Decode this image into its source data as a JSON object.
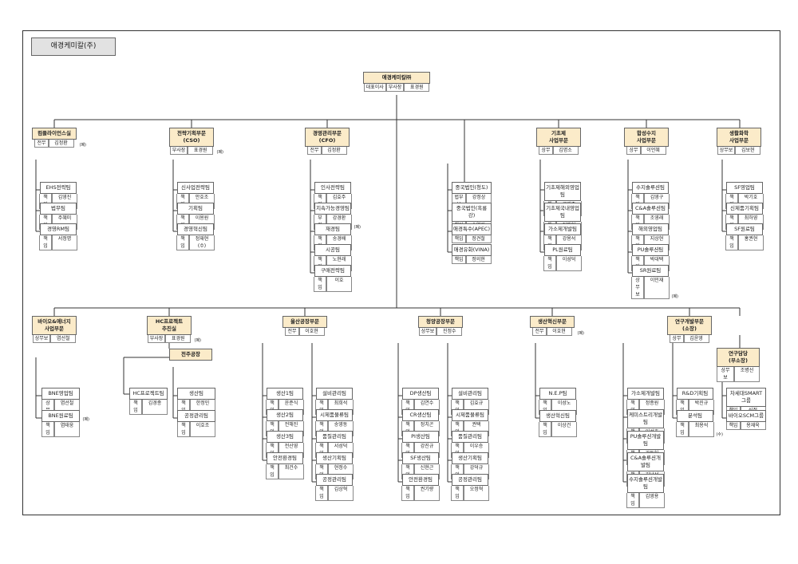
{
  "company": "애경케미칼(주)",
  "root": {
    "title": "애경케미칼㈜",
    "persons": [
      [
        "대표이사",
        "부사장",
        "표경원"
      ]
    ]
  },
  "level1": [
    {
      "title": "컴플라이언스실",
      "persons": [
        [
          "전무",
          "김정환"
        ]
      ],
      "note": "(폐)"
    },
    {
      "title": "전략기획부문\n(CSO)",
      "persons": [
        [
          "부사장",
          "표경원"
        ]
      ],
      "note": "(폐)"
    },
    {
      "title": "경영관리부문\n(CFO)",
      "persons": [
        [
          "전무",
          "김정환"
        ]
      ]
    },
    {
      "title": "기초제\n사업부문",
      "persons": [
        [
          "상무",
          "김명소"
        ]
      ]
    },
    {
      "title": "합성수지\n사업부문",
      "persons": [
        [
          "상무",
          "이언혜"
        ]
      ]
    },
    {
      "title": "생활화학\n사업부문",
      "persons": [
        [
          "상무보",
          "김보현"
        ]
      ]
    }
  ],
  "level1b": [
    {
      "title": "바이오&에너지\n사업부문",
      "persons": [
        [
          "상무보",
          "염선철"
        ]
      ]
    },
    {
      "title": "HC프로젝트\n추진실",
      "persons": [
        [
          "부사장",
          "표경원"
        ]
      ],
      "note": "(폐)"
    },
    {
      "title": "울산공장부문",
      "persons": [
        [
          "전무",
          "이호현"
        ]
      ]
    },
    {
      "title": "청양공장부문",
      "persons": [
        [
          "상무보",
          "진정수"
        ]
      ]
    },
    {
      "title": "생산혁신부문",
      "persons": [
        [
          "전무",
          "이호현"
        ]
      ],
      "note": "(폐)"
    },
    {
      "title": "연구개발부문\n(소장)",
      "persons": [
        [
          "상무",
          "김윤영"
        ]
      ]
    }
  ],
  "sub": {
    "jeonju": {
      "title": "전주공장"
    },
    "research": {
      "title": "연구담당\n(부소장)",
      "persons": [
        [
          "상무보",
          "조병선"
        ]
      ]
    }
  },
  "teams": [
    {
      "title": "EHS전략팀",
      "persons": [
        [
          "책임",
          "김영진"
        ]
      ]
    },
    {
      "title": "법무팀",
      "persons": [
        [
          "책임",
          "주혜미"
        ]
      ]
    },
    {
      "title": "경영RM팀",
      "persons": [
        [
          "책임",
          "서정명"
        ]
      ]
    },
    {
      "title": "신사업전략팀",
      "persons": [
        [
          "책임",
          "안호조"
        ]
      ]
    },
    {
      "title": "기획팀",
      "persons": [
        [
          "책임",
          "이용원"
        ]
      ]
    },
    {
      "title": "경영혁신팀",
      "persons": [
        [
          "책임",
          "정재현(수)"
        ]
      ]
    },
    {
      "title": "인사전략팀",
      "persons": [
        [
          "책임",
          "김효주"
        ]
      ]
    },
    {
      "title": "지속가능경영팀",
      "persons": [
        [
          "부장",
          "강경환"
        ]
      ],
      "note": "(폐)"
    },
    {
      "title": "재경팀",
      "persons": [
        [
          "책임",
          "송경배"
        ]
      ]
    },
    {
      "title": "시공팀",
      "persons": [
        [
          "책임",
          "노현래"
        ]
      ]
    },
    {
      "title": "구매전략팀",
      "persons": [
        [
          "책임",
          "이호"
        ]
      ]
    },
    {
      "title": "중국법인(청도)",
      "persons": [
        [
          "법부보",
          "강정상"
        ]
      ]
    },
    {
      "title": "중국법인(흑룡강)",
      "persons": [
        [
          "책임",
          "손연경"
        ]
      ]
    },
    {
      "title": "애경특수(APEC)",
      "persons": [
        [
          "책임",
          "정견철"
        ]
      ]
    },
    {
      "title": "애경유화(VINA)",
      "persons": [
        [
          "책임",
          "정의현"
        ]
      ]
    },
    {
      "title": "기초제해외영업팀",
      "persons": [
        [
          "책임",
          "류제준"
        ]
      ]
    },
    {
      "title": "기초제국내영업팀",
      "persons": [
        [
          "책임",
          "정해혁"
        ]
      ]
    },
    {
      "title": "가소제개발팀",
      "persons": [
        [
          "책임",
          "강용석"
        ]
      ]
    },
    {
      "title": "PL원료팀",
      "persons": [
        [
          "책임",
          "이성덕"
        ]
      ]
    },
    {
      "title": "수지솔루션팀",
      "persons": [
        [
          "책임",
          "김영구"
        ]
      ]
    },
    {
      "title": "C&A솔루션팀",
      "persons": [
        [
          "책임",
          "조영래"
        ]
      ]
    },
    {
      "title": "해외영업팀",
      "persons": [
        [
          "책임",
          "지상현"
        ]
      ]
    },
    {
      "title": "PU솔루션팀",
      "persons": [
        [
          "책임",
          "박대택"
        ]
      ]
    },
    {
      "title": "SR원료팀",
      "persons": [
        [
          "상무보",
          "이민재"
        ]
      ],
      "note": "(폐)"
    },
    {
      "title": "SF영업팀",
      "persons": [
        [
          "책임",
          "박기호"
        ]
      ]
    },
    {
      "title": "신제품기획팀",
      "persons": [
        [
          "책임",
          "최하영"
        ]
      ]
    },
    {
      "title": "SF원료팀",
      "persons": [
        [
          "책임",
          "홍권현"
        ]
      ]
    },
    {
      "title": "BNE영업팀",
      "persons": [
        [
          "상무보",
          "염선철"
        ]
      ],
      "note": "(폐)"
    },
    {
      "title": "BNE원료팀",
      "persons": [
        [
          "책임",
          "염태웅"
        ]
      ]
    },
    {
      "title": "HC프로젝트팀",
      "persons": [
        [
          "책임",
          "김경종"
        ]
      ]
    },
    {
      "title": "생산팀",
      "persons": [
        [
          "책임",
          "한정민"
        ]
      ]
    },
    {
      "title": "공정관리팀",
      "persons": [
        [
          "책임",
          "이호조"
        ]
      ]
    },
    {
      "title": "생산1팀",
      "persons": [
        [
          "책임",
          "윤준식"
        ]
      ]
    },
    {
      "title": "생산2팀",
      "persons": [
        [
          "책임",
          "전해진"
        ]
      ]
    },
    {
      "title": "생산3팀",
      "persons": [
        [
          "책임",
          "전산영"
        ]
      ]
    },
    {
      "title": "안전환경팀",
      "persons": [
        [
          "책임",
          "최건수"
        ]
      ]
    },
    {
      "title": "설비관리팀",
      "persons": [
        [
          "책임",
          "최희석"
        ]
      ]
    },
    {
      "title": "시제품물류팀",
      "persons": [
        [
          "책임",
          "송영동"
        ]
      ]
    },
    {
      "title": "품질관리팀",
      "persons": [
        [
          "책임",
          "서성덕"
        ]
      ]
    },
    {
      "title": "생산기획팀",
      "persons": [
        [
          "책임",
          "현정수"
        ]
      ]
    },
    {
      "title": "공정관리팀",
      "persons": [
        [
          "책임",
          "김상혁"
        ]
      ]
    },
    {
      "title": "DP생산팀",
      "persons": [
        [
          "책임",
          "김연수"
        ]
      ]
    },
    {
      "title": "CR생산팀",
      "persons": [
        [
          "책임",
          "정치곤"
        ]
      ]
    },
    {
      "title": "PI생산팀",
      "persons": [
        [
          "책임",
          "강진규"
        ]
      ]
    },
    {
      "title": "SF생산팀",
      "persons": [
        [
          "책임",
          "신현근"
        ]
      ]
    },
    {
      "title": "안전환경팀",
      "persons": [
        [
          "책임",
          "권기량"
        ]
      ]
    },
    {
      "title": "설비관리팀",
      "persons": [
        [
          "책임",
          "김효규"
        ]
      ]
    },
    {
      "title": "시제품물류팀",
      "persons": [
        [
          "책임",
          "권택"
        ]
      ]
    },
    {
      "title": "품질관리팀",
      "persons": [
        [
          "책임",
          "이우승"
        ]
      ]
    },
    {
      "title": "생산기획팀",
      "persons": [
        [
          "책임",
          "강덕규"
        ]
      ]
    },
    {
      "title": "공정관리팀",
      "persons": [
        [
          "책임",
          "오정혁"
        ]
      ]
    },
    {
      "title": "N.E.P팀",
      "persons": [
        [
          "책임",
          "이성노"
        ]
      ]
    },
    {
      "title": "생산혁신팀",
      "persons": [
        [
          "책임",
          "이상건"
        ]
      ]
    },
    {
      "title": "가소제개발팀",
      "persons": [
        [
          "책임",
          "정종원"
        ]
      ]
    },
    {
      "title": "케미스트리개발팀",
      "persons": [
        [
          "책임",
          "이성호"
        ]
      ]
    },
    {
      "title": "PU솔루션개발팀",
      "persons": [
        [
          "책임",
          "강동헌"
        ]
      ]
    },
    {
      "title": "C&A솔루션개발팀",
      "persons": [
        [
          "책임",
          "김남선"
        ]
      ]
    },
    {
      "title": "수지솔루션개발팀",
      "persons": [
        [
          "책임",
          "김영용"
        ]
      ]
    },
    {
      "title": "R&D기획팀",
      "persons": [
        [
          "책임",
          "박진규"
        ]
      ]
    },
    {
      "title": "분석팀",
      "persons": [
        [
          "책임",
          "최용석"
        ]
      ],
      "note": "(수)"
    },
    {
      "title": "차세대SMART그룹",
      "persons": [
        [
          "책임",
          "신정"
        ]
      ]
    },
    {
      "title": "바이오SCM그룹",
      "persons": [
        [
          "책임",
          "용재욱"
        ]
      ]
    }
  ]
}
